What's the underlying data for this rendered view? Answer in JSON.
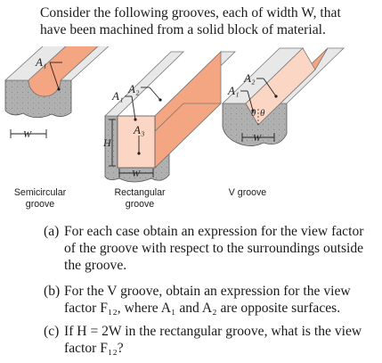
{
  "intro": "Consider the following grooves, each of width W, that have been machined from a solid block of material.",
  "figure": {
    "labels": {
      "a1_semi": "A₁",
      "a1_rect": "A₁",
      "a2_rect": "A₂",
      "a3_rect": "A₃",
      "h_rect": "H",
      "w_semi": "W",
      "w_rect": "W",
      "a1_v": "A₁",
      "a2_v": "A₂",
      "theta_left": "θ",
      "theta_right": "θ",
      "w_v": "W"
    },
    "colors": {
      "groove_fill": "#f4a582",
      "groove_light": "#fbd6c4",
      "block_fill": "#b3b3b3",
      "top_face": "#e8e8e8"
    }
  },
  "captions": {
    "semicircular": "Semicircular groove",
    "rectangular": "Rectangular groove",
    "v": "V groove"
  },
  "questions": [
    {
      "label": "(a)",
      "text": "For each case obtain an expression for the view factor of the groove with respect to the surroundings outside the groove."
    },
    {
      "label": "(b)",
      "text": "For the V groove, obtain an expression for the view factor F₁₂, where A₁ and A₂ are opposite surfaces."
    },
    {
      "label": "(c)",
      "text": "If H = 2W in the rectangular groove, what is the view factor F₁₂?"
    }
  ]
}
